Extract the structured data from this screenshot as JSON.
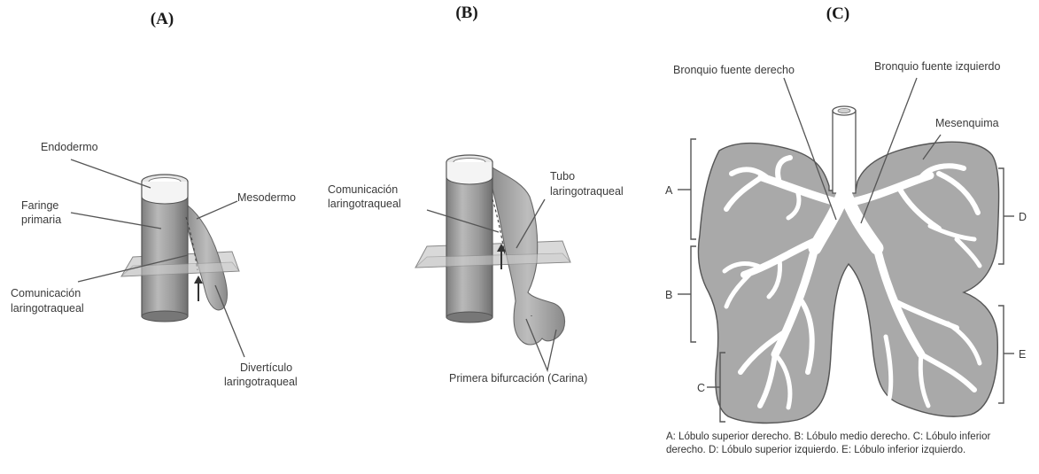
{
  "panels": {
    "a": {
      "title": "(A)",
      "labels": {
        "endodermo": "Endodermo",
        "faringe_1": "Faringe",
        "faringe_2": "primaria",
        "mesodermo": "Mesodermo",
        "comunicacion_1": "Comunicación",
        "comunicacion_2": "laringotraqueal",
        "diverticulo_1": "Divertículo",
        "diverticulo_2": "laringotraqueal"
      }
    },
    "b": {
      "title": "(B)",
      "labels": {
        "comunicacion_1": "Comunicación",
        "comunicacion_2": "laringotraqueal",
        "tubo_1": "Tubo",
        "tubo_2": "laringotraqueal",
        "carina": "Primera bifurcación (Carina)"
      }
    },
    "c": {
      "title": "(C)",
      "labels": {
        "bronquio_derecho": "Bronquio fuente derecho",
        "bronquio_izquierdo": "Bronquio fuente izquierdo",
        "mesenquima": "Mesenquima",
        "lobe_a": "A",
        "lobe_b": "B",
        "lobe_c": "C",
        "lobe_d": "D",
        "lobe_e": "E"
      },
      "caption": "A: Lóbulo superior derecho. B: Lóbulo medio derecho. C: Lóbulo inferior derecho. D: Lóbulo superior izquierdo. E: Lóbulo inferior izquierdo."
    }
  },
  "colors": {
    "tissue": "#a8a8a8",
    "tissue_dark": "#8f8f8f",
    "airway": "#ffffff",
    "outline": "#555555"
  }
}
